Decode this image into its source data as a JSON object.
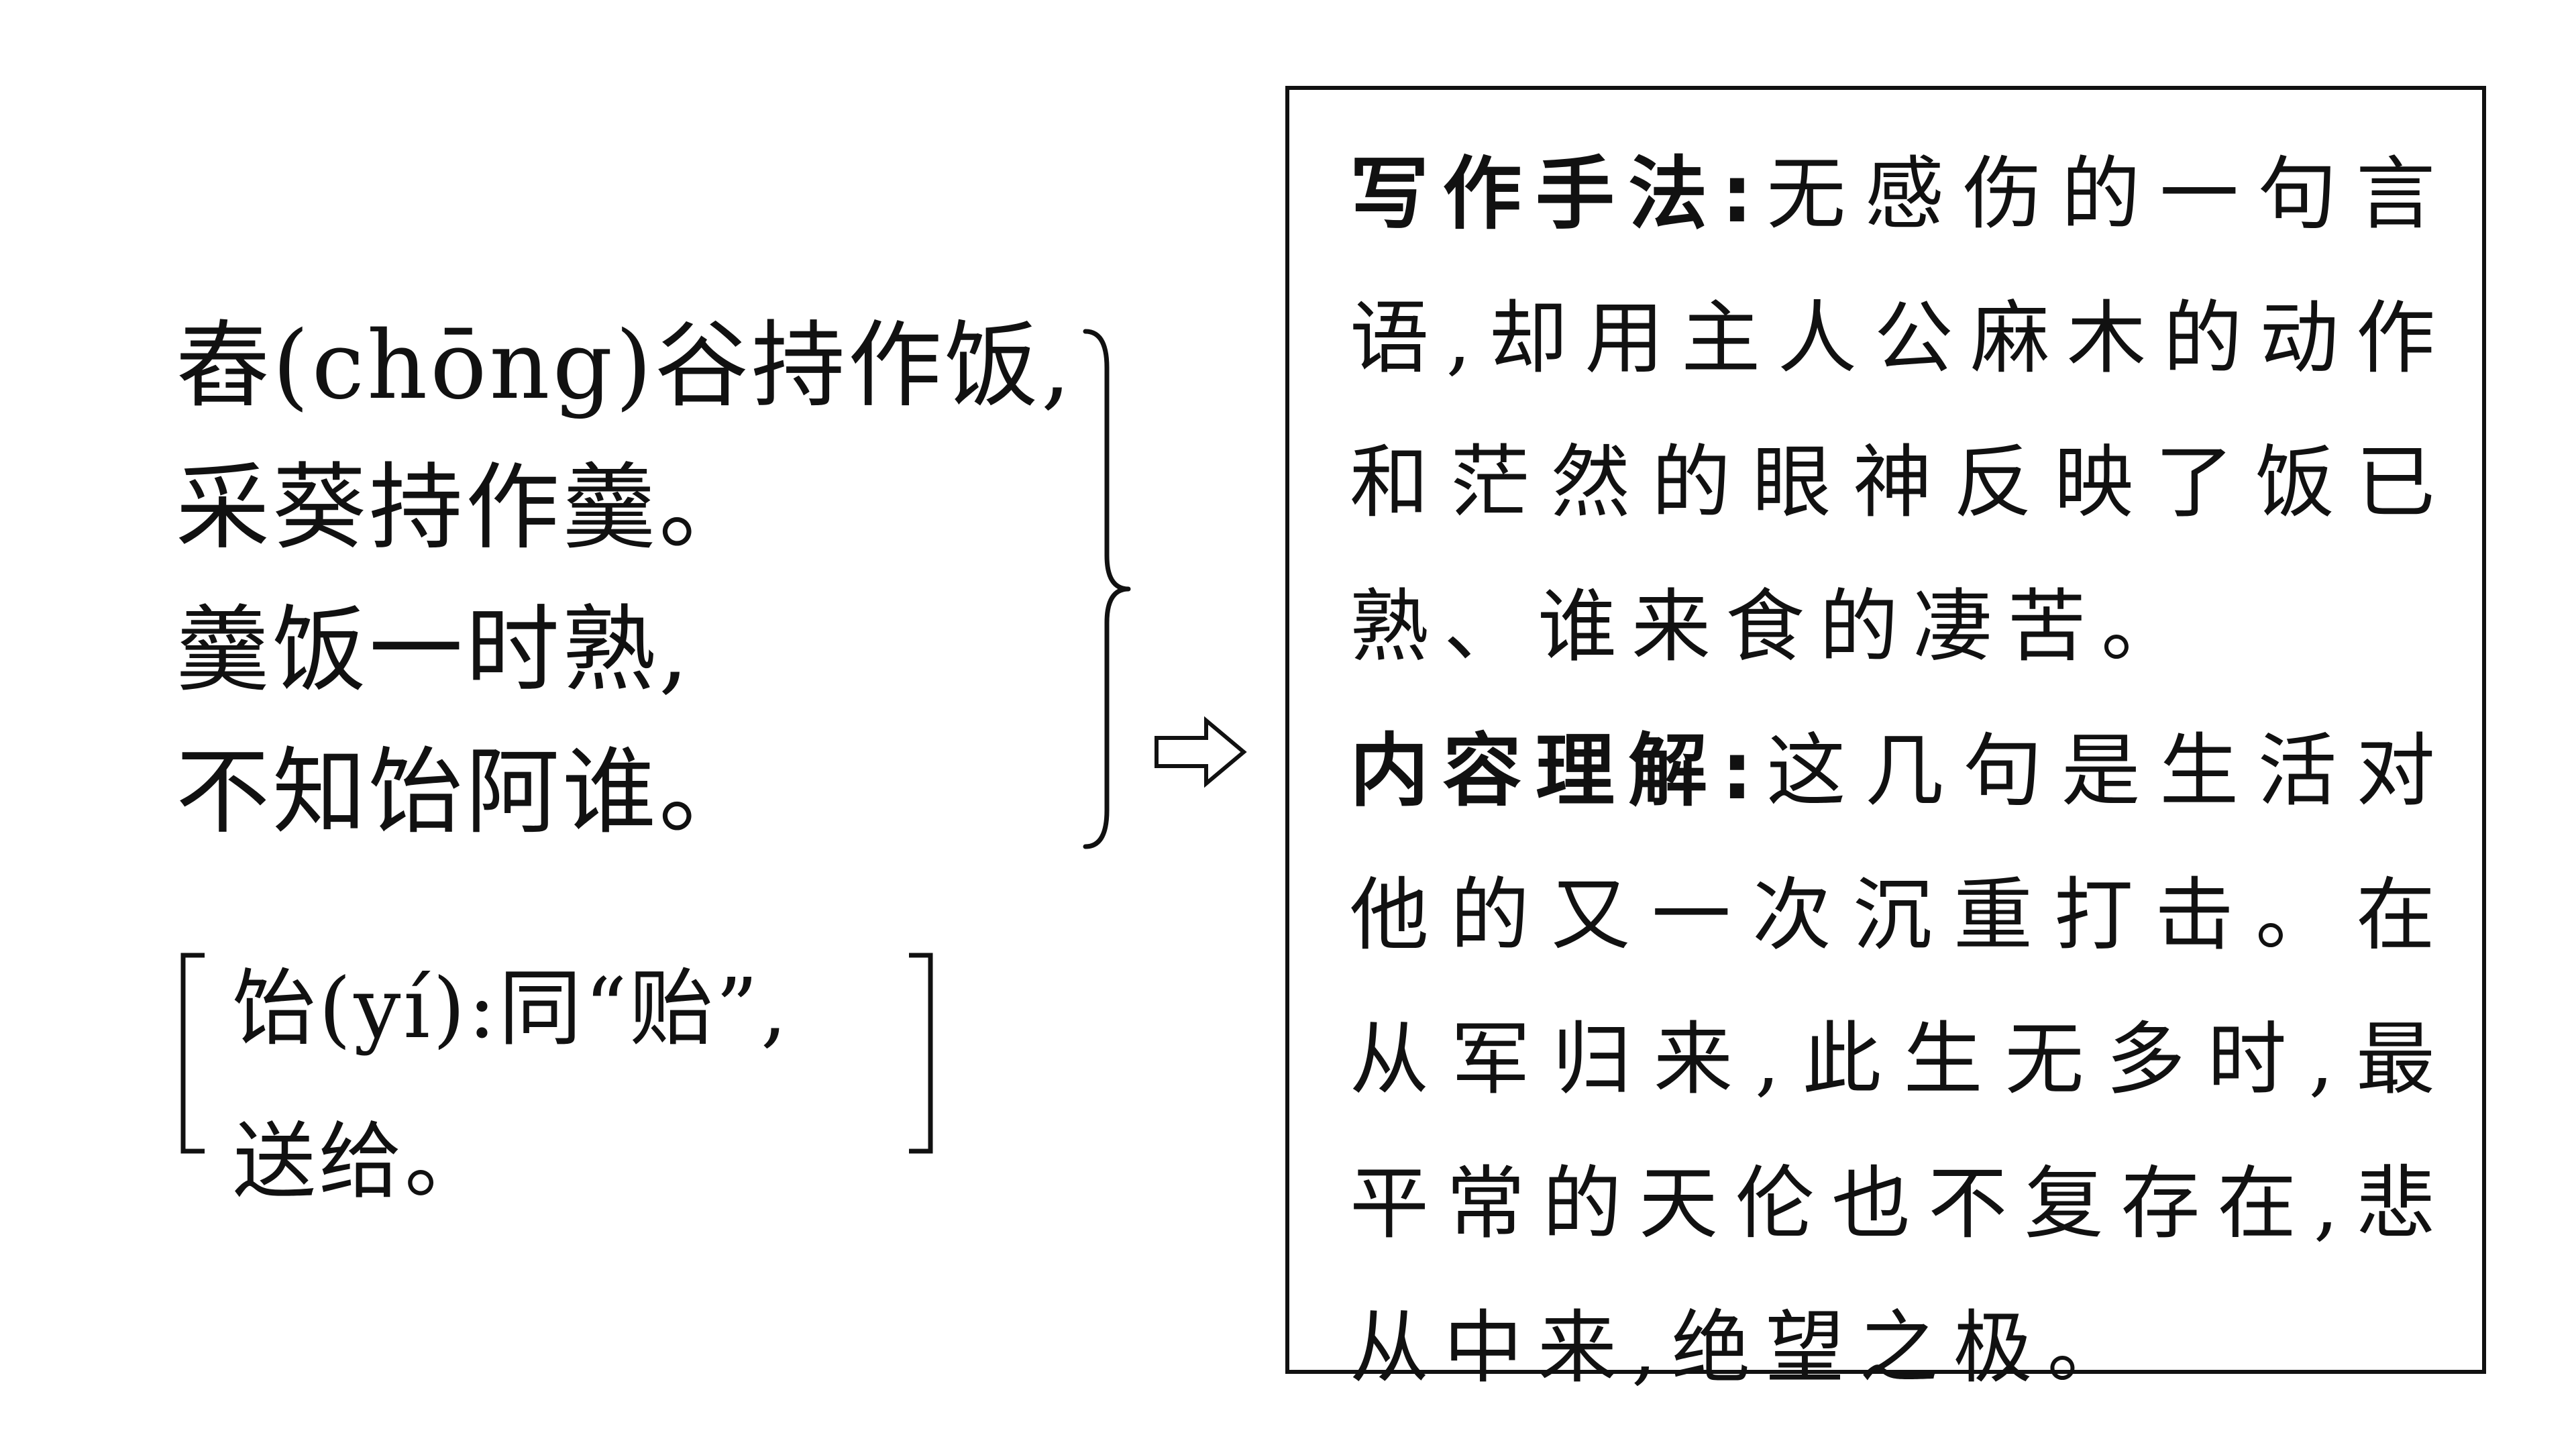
{
  "poem": {
    "lines": [
      "舂(chōng)谷持作饭,",
      "采葵持作羹。",
      "羹饭一时熟,",
      "不知饴阿谁。"
    ]
  },
  "gloss": {
    "line1": "饴(yí):同“贻”,",
    "line2": "送给。"
  },
  "analysis": {
    "technique": {
      "heading": "写作手法:",
      "body": "无感伤的一句言语,却用主人公麻木的动作和茫然的眼神反映了饭已熟、谁来食的凄苦。"
    },
    "understanding": {
      "heading": "内容理解:",
      "body": "这几句是生活对他的又一次沉重打击。在从军归来,此生无多时,最平常的天伦也不复存在,悲从中来,绝望之极。"
    }
  },
  "icons": {
    "arrow": "right-arrow-icon",
    "brace": "right-brace-icon"
  },
  "colors": {
    "text": "#111111",
    "border": "#111111"
  }
}
